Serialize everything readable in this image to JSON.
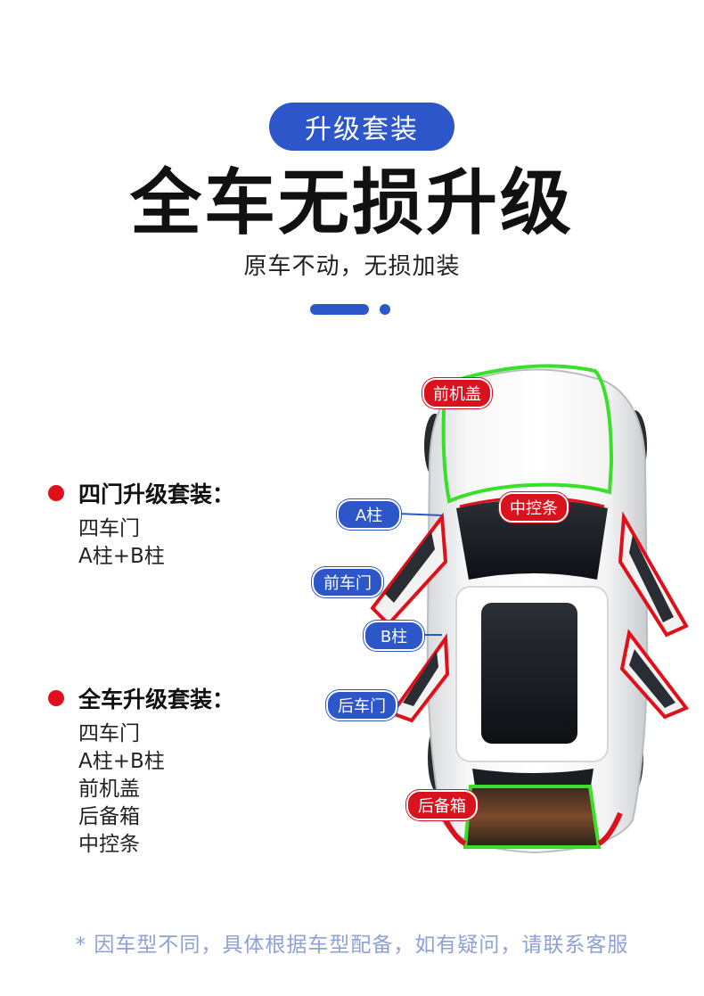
{
  "header": {
    "badge": "升级套装",
    "headline": "全车无损升级",
    "subheadline": "原车不动，无损加装"
  },
  "packages": [
    {
      "title": "四门升级套装：",
      "items": [
        "四车门",
        "A柱+B柱"
      ]
    },
    {
      "title": "全车升级套装：",
      "items": [
        "四车门",
        "A柱+B柱",
        "前机盖",
        "后备箱",
        "中控条"
      ]
    }
  ],
  "car_labels": {
    "hood": "前机盖",
    "dashboard_strip": "中控条",
    "a_pillar": "A柱",
    "front_door": "前车门",
    "b_pillar": "B柱",
    "rear_door": "后车门",
    "trunk": "后备箱"
  },
  "footnote": "* 因车型不同，具体根据车型配备，如有疑问，请联系客服",
  "colors": {
    "brand_blue": "#2d57c9",
    "accent_red": "#d9121e",
    "seal_green": "#39e02a",
    "seal_red": "#e0101a",
    "note_text": "#8ea1d6"
  }
}
